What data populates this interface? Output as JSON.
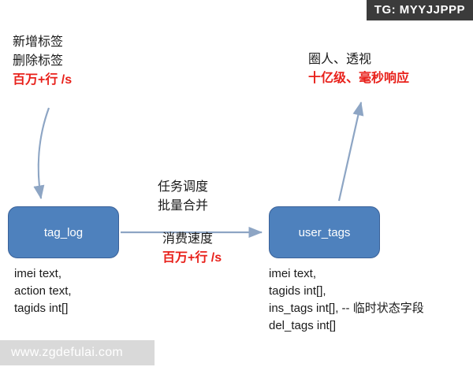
{
  "badge": {
    "text": "TG: MYYJJPPP"
  },
  "watermark": {
    "text": "www.zgdefulai.com"
  },
  "nodes": [
    {
      "id": "tag_log",
      "label": "tag_log"
    },
    {
      "id": "user_tags",
      "label": "user_tags"
    }
  ],
  "fields": {
    "left": "imei text,\naction text,\ntagids int[]",
    "right": "imei text,\ntagids int[],\nins_tags int[], -- 临时状态字段\ndel_tags int[]"
  },
  "annotations": {
    "left": {
      "black": "新增标签\n删除标签",
      "red": "百万+行 /s"
    },
    "right": {
      "black": "圈人、透视",
      "red": "十亿级、毫秒响应"
    },
    "mid_top": {
      "black": "任务调度\n批量合并"
    },
    "mid_bottom": {
      "black": "消费速度",
      "red": "百万+行 /s"
    }
  },
  "colors": {
    "node_fill": "#4e81bd",
    "accent_red": "#e8201a",
    "arrow_gray": "#8da5c4",
    "badge_bg": "#3b3b3b"
  }
}
